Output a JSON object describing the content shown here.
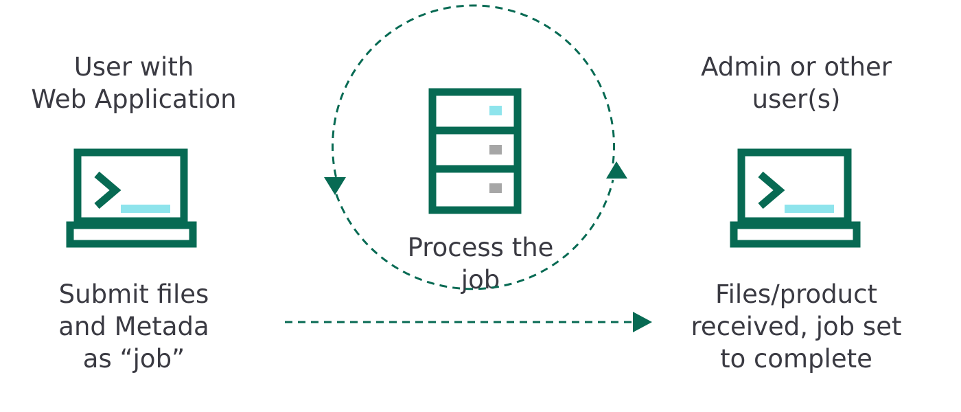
{
  "left_actor": {
    "title": "User with\nWeb Application",
    "caption": "Submit files\nand Metada\nas “job”",
    "icon": "laptop-terminal-icon"
  },
  "center_process": {
    "caption": "Process the\njob",
    "icon": "server-icon"
  },
  "right_actor": {
    "title": "Admin or other\nuser(s)",
    "caption": "Files/product\nreceived, job set\nto complete",
    "icon": "laptop-terminal-icon"
  },
  "colors": {
    "primary": "#076a53",
    "accent": "#8ee4ec",
    "indicator_gray": "#a6a6a6",
    "text": "#3a3a42"
  }
}
